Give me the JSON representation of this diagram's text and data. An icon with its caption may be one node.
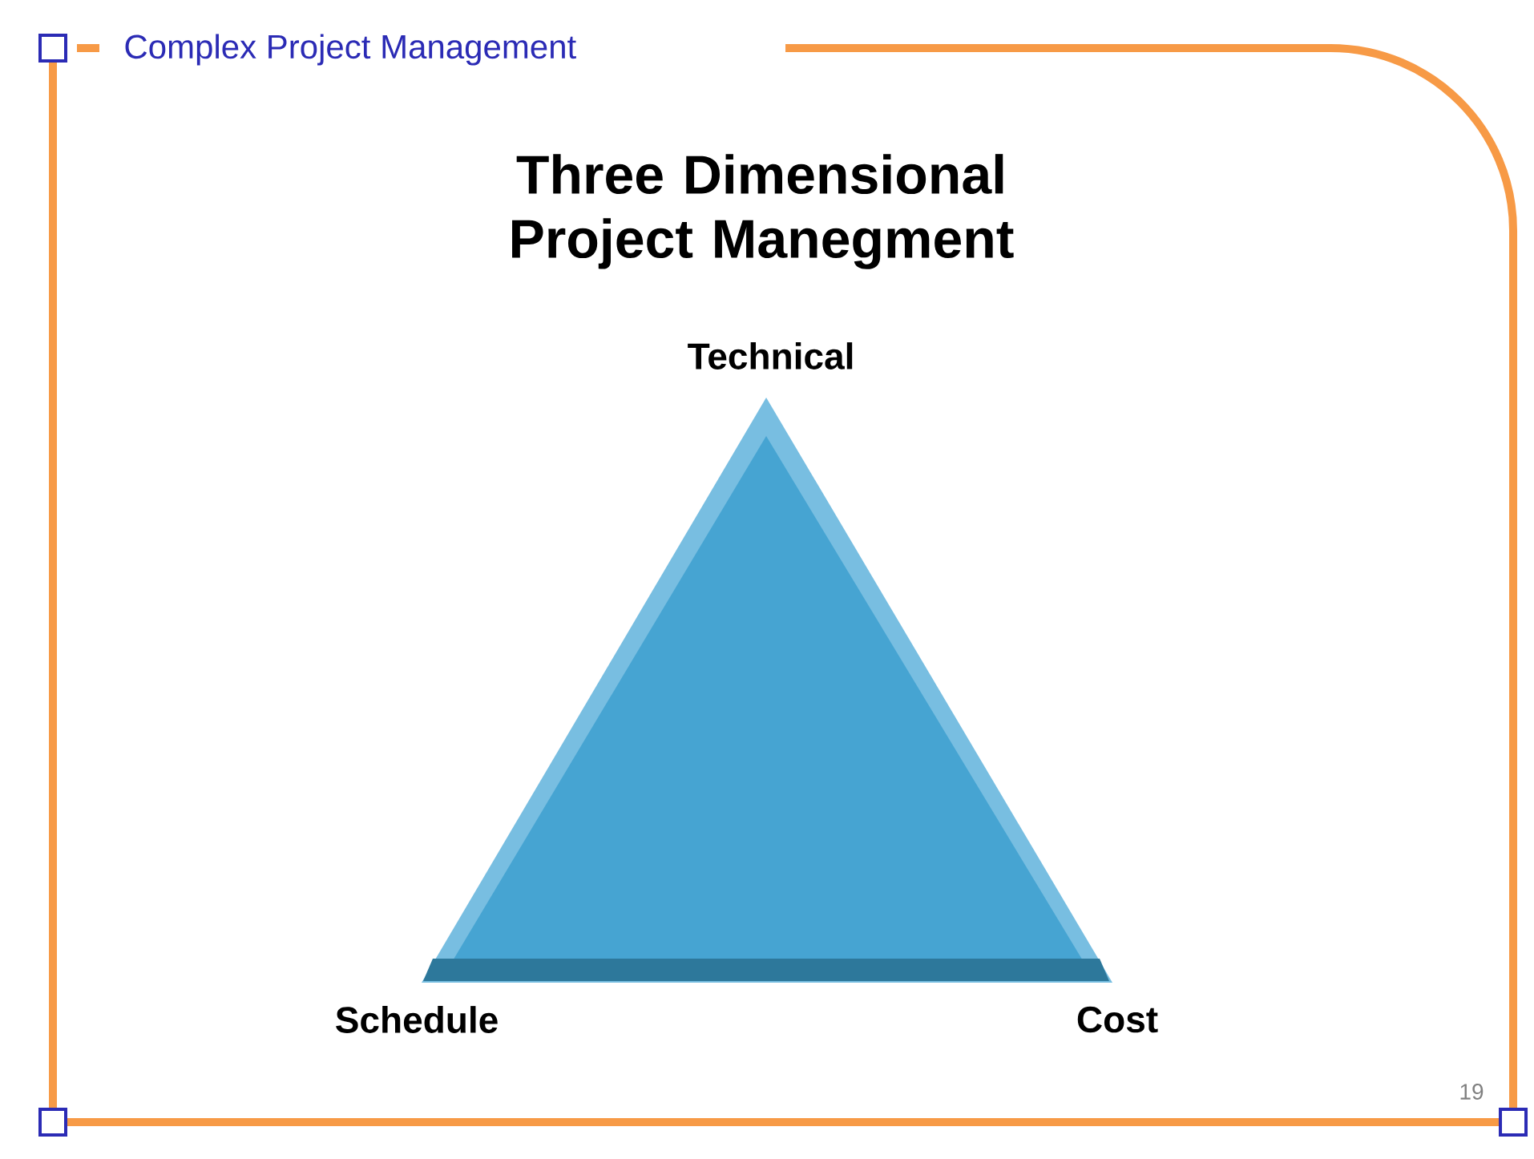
{
  "diagram": {
    "title": "Complex Project Management",
    "labels": [
      "Three Dimensional Project Manegment",
      "Technical",
      "Schedule",
      "Cost",
      "19"
    ]
  }
}
